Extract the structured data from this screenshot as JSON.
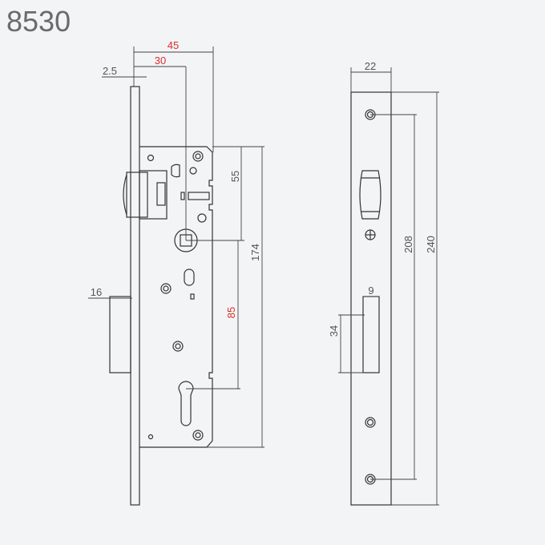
{
  "title": "8530",
  "dimensions": {
    "overall_depth": "45",
    "backset": "30",
    "faceplate_thickness": "2.5",
    "bolt_throw": "16",
    "spindle_offset": "55",
    "case_height": "174",
    "center_distance": "85",
    "faceplate_width": "22",
    "screw_distance": "208",
    "faceplate_height": "240",
    "bolt_width": "9",
    "bolt_height": "34"
  },
  "colors": {
    "highlight": "#d9302c",
    "line": "#333333",
    "background": "#f3f4f6"
  }
}
